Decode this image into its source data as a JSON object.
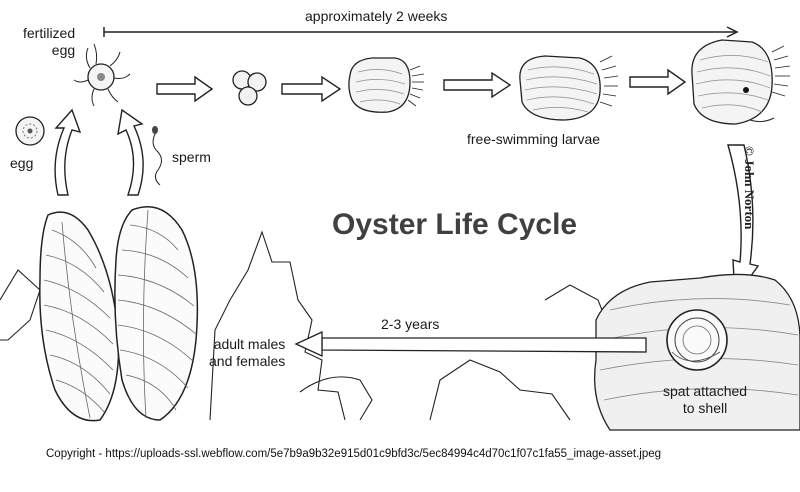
{
  "diagram": {
    "title": "Oyster Life Cycle",
    "labels": {
      "fertilized_egg": "fertilized\negg",
      "egg": "egg",
      "sperm": "sperm",
      "duration_top": "approximately 2 weeks",
      "larvae": "free-swimming larvae",
      "duration_bottom": "2-3 years",
      "adults": "adult males\nand females",
      "spat": "spat attached\nto shell"
    },
    "credit": "© John Norton"
  },
  "footer": {
    "copyright": "Copyright - https://uploads-ssl.webflow.com/5e7b9a9b32e915d01c9bfd3c/5ec84994c4d70c1f07c1fa55_image-asset.jpeg"
  }
}
